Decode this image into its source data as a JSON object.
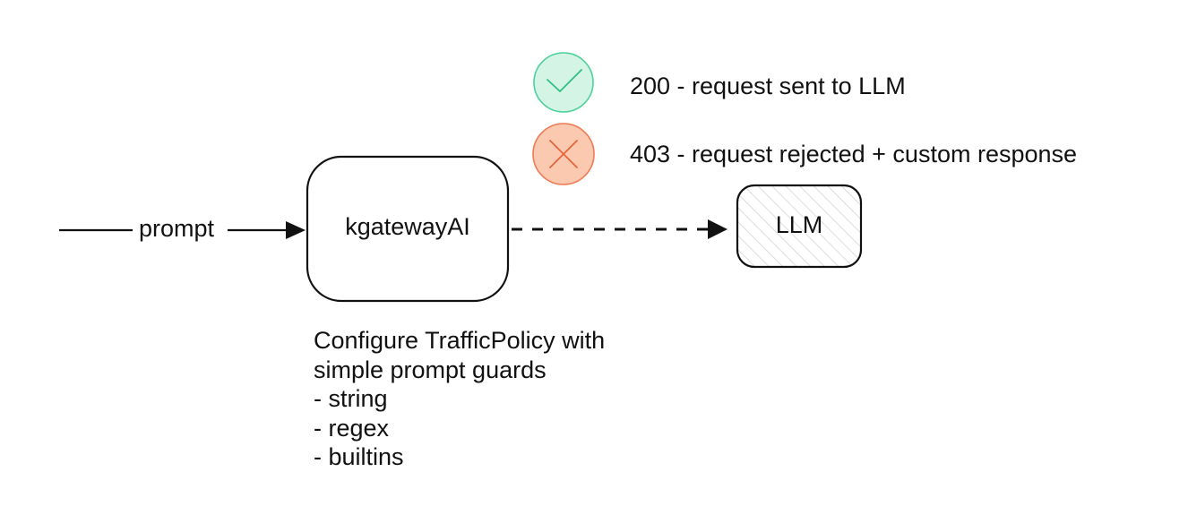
{
  "flow": {
    "input_label": "prompt",
    "gateway_label": "kgatewayAI",
    "target_label": "LLM"
  },
  "legend": [
    {
      "icon": "check-icon",
      "text": "200 - request sent to LLM",
      "fill": "#d4f4e6",
      "stroke": "#4cd19c"
    },
    {
      "icon": "x-icon",
      "text": "403 - request rejected + custom response",
      "fill": "#fbc9b0",
      "stroke": "#ee7a55"
    }
  ],
  "note": {
    "title": "Configure TrafficPolicy with",
    "subtitle": "simple prompt guards",
    "items": [
      "- string",
      "- regex",
      "- builtins"
    ]
  },
  "colors": {
    "stroke": "#111111",
    "hatch": "#cfcfcf"
  }
}
